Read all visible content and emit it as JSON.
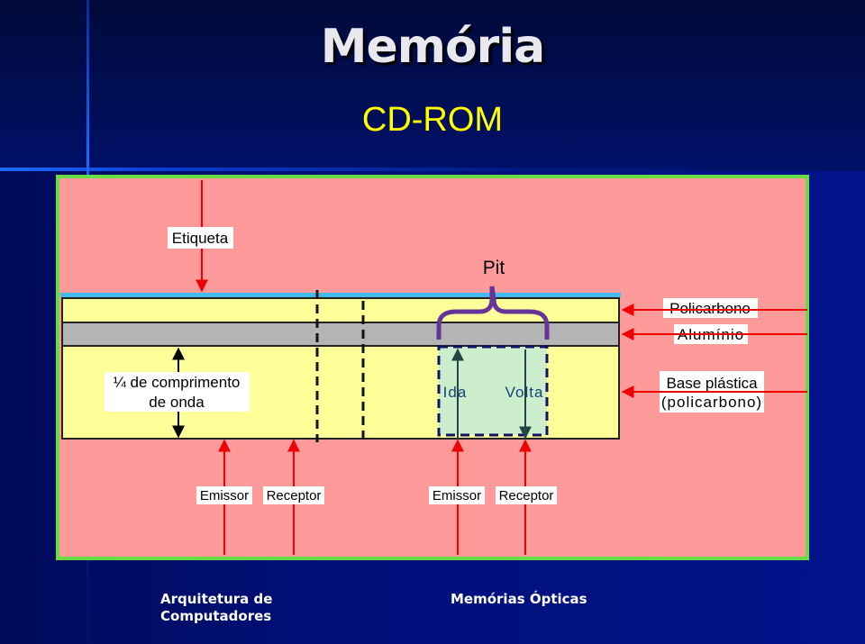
{
  "slide": {
    "title": "Memória",
    "subtitle": "CD-ROM"
  },
  "diagram": {
    "labels": {
      "etiqueta": "Etiqueta",
      "pit": "Pit",
      "policarbono": "Policarbono",
      "aluminio": "Alumínio",
      "quarter_wave_line1": "¼ de comprimento",
      "quarter_wave_line2": "de onda",
      "ida": "Ida",
      "volta": "Volta",
      "base_line1": "Base plástica",
      "base_line2": "(policarbono)",
      "emissor_1": "Emissor",
      "receptor_1": "Receptor",
      "emissor_2": "Emissor",
      "receptor_2": "Receptor"
    },
    "colors": {
      "background": "#ff9a9a",
      "border": "#66dd44",
      "polycarbonate": "#ffff99",
      "aluminium": "#b4b4b4",
      "label_layer": "#44bbee",
      "pit_fill": "#cceecc",
      "arrow": "#ee0000",
      "brace": "#663399"
    }
  },
  "footer": {
    "left_line1": "Arquitetura de",
    "left_line2": "Computadores",
    "center": "Memórias Ópticas"
  }
}
